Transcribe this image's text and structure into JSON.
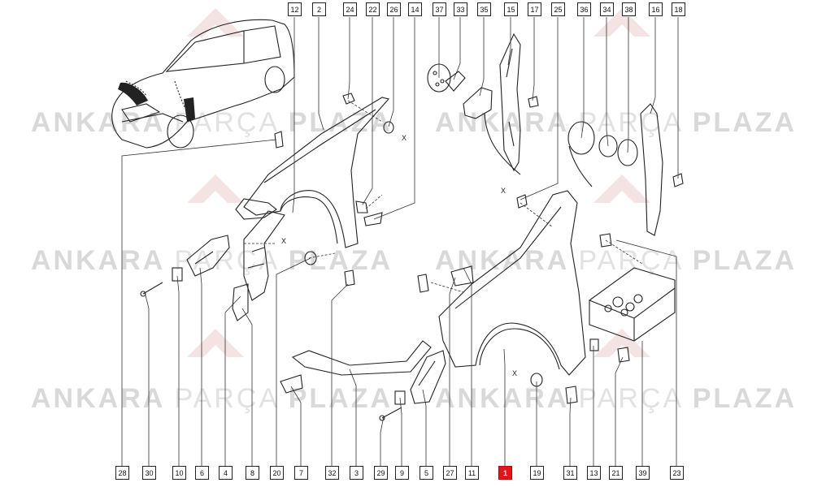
{
  "watermark": {
    "word1": "ANKARA",
    "word2": "PARÇA",
    "word3": "PLAZA"
  },
  "callouts_top": [
    "12",
    "2",
    "24",
    "22",
    "26",
    "14",
    "37",
    "33",
    "35",
    "15",
    "17",
    "25",
    "36",
    "34",
    "38",
    "16",
    "18"
  ],
  "callouts_bottom": [
    "28",
    "30",
    "10",
    "6",
    "4",
    "8",
    "20",
    "7",
    "32",
    "3",
    "29",
    "9",
    "5",
    "27",
    "11",
    "1",
    "19",
    "31",
    "13",
    "21",
    "39",
    "23"
  ],
  "highlighted": "1",
  "marks": {
    "x": "X"
  },
  "colors": {
    "highlight": "#e3151b",
    "watermark": "#d9d9d9"
  }
}
